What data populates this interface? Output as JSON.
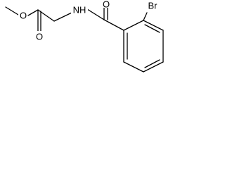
{
  "molecule": {
    "atoms": {
      "ester_oxygen": "O",
      "carbonyl_oxygen_ester": "O",
      "amide_nitrogen": "NH",
      "carbonyl_oxygen_amide": "O",
      "bromine": "Br"
    }
  }
}
